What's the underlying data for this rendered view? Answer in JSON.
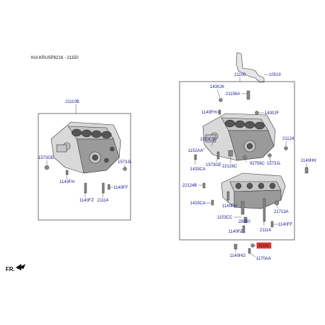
{
  "header": {
    "title": "KIA KRUSP8216 - 21150"
  },
  "orientation": {
    "label": "FR."
  },
  "colors": {
    "label": "#1a1a8c",
    "highlight": "#e53935",
    "line": "#333333"
  },
  "left_group": {
    "assembly_label": "21110B",
    "labels": {
      "l1573GE": "1573GE",
      "l1573JL": "1573JL",
      "l1140FH": "1140FH",
      "l1140FF": "1140FF",
      "l1140FZ": "1140FZ",
      "l21114": "21114"
    }
  },
  "right_group": {
    "assembly_label": "21100",
    "labels": {
      "l10519": "10519",
      "l1430JK": "1430JK",
      "l21156A": "21156A",
      "l1140FH": "1140FH",
      "l1430JF": "1430JF",
      "l1153CB": "1153CB",
      "l21124": "21124",
      "l1152AA": "1152AA",
      "l1573GE": "1573GE",
      "l22126C": "22126C",
      "l92756C": "92756C",
      "l1573JL": "1573JL",
      "l1433CA_top": "1433CA",
      "l22124B": "22124B",
      "l1433CA_bot": "1433CA",
      "l1140FH_2": "1140FH",
      "l21713A": "21713A",
      "l1153CC": "1153CC",
      "l28350": "28350",
      "l1140FF": "1140FF",
      "l1140FZ": "1140FZ",
      "l21114": "21114",
      "l21150": "21150",
      "l1140HG": "1140HG",
      "l1170AA": "1170AA"
    }
  },
  "outside_labels": {
    "l1140HH": "1140HH"
  }
}
